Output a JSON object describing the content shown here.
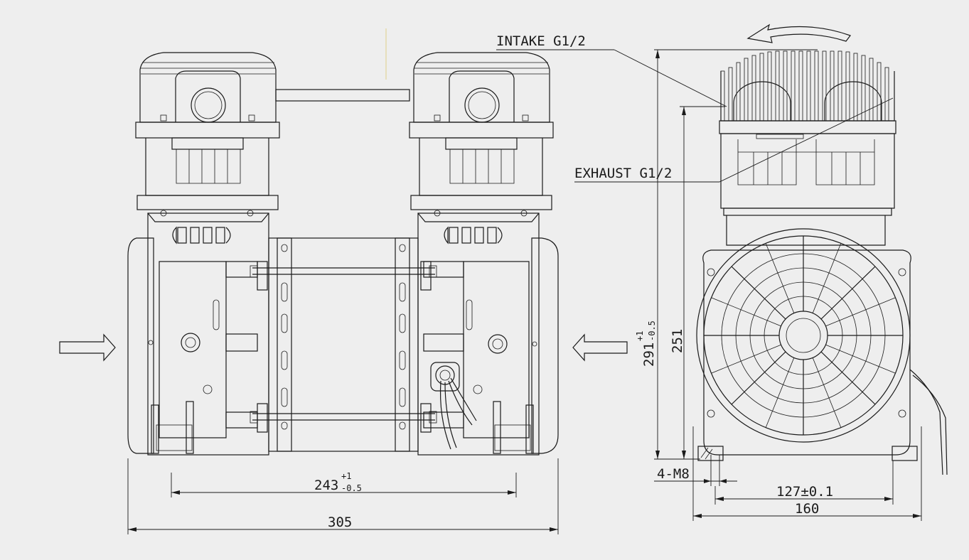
{
  "callouts": {
    "intake": "INTAKE G1/2",
    "exhaust": "EXHAUST G1/2"
  },
  "dimensions": {
    "centers": {
      "base": "243",
      "tol_upper": "+1",
      "tol_lower": "-0.5"
    },
    "overall_length": "305",
    "overall_height": {
      "base": "291",
      "tol_upper": "+1",
      "tol_lower": "-0.5"
    },
    "port_height": "251",
    "mount_bolt": "4-M8",
    "mount_spacing": "127±0.1",
    "overall_width": "160"
  },
  "colors": {
    "background": "#eeeeee",
    "line": "#1a1a1a"
  }
}
